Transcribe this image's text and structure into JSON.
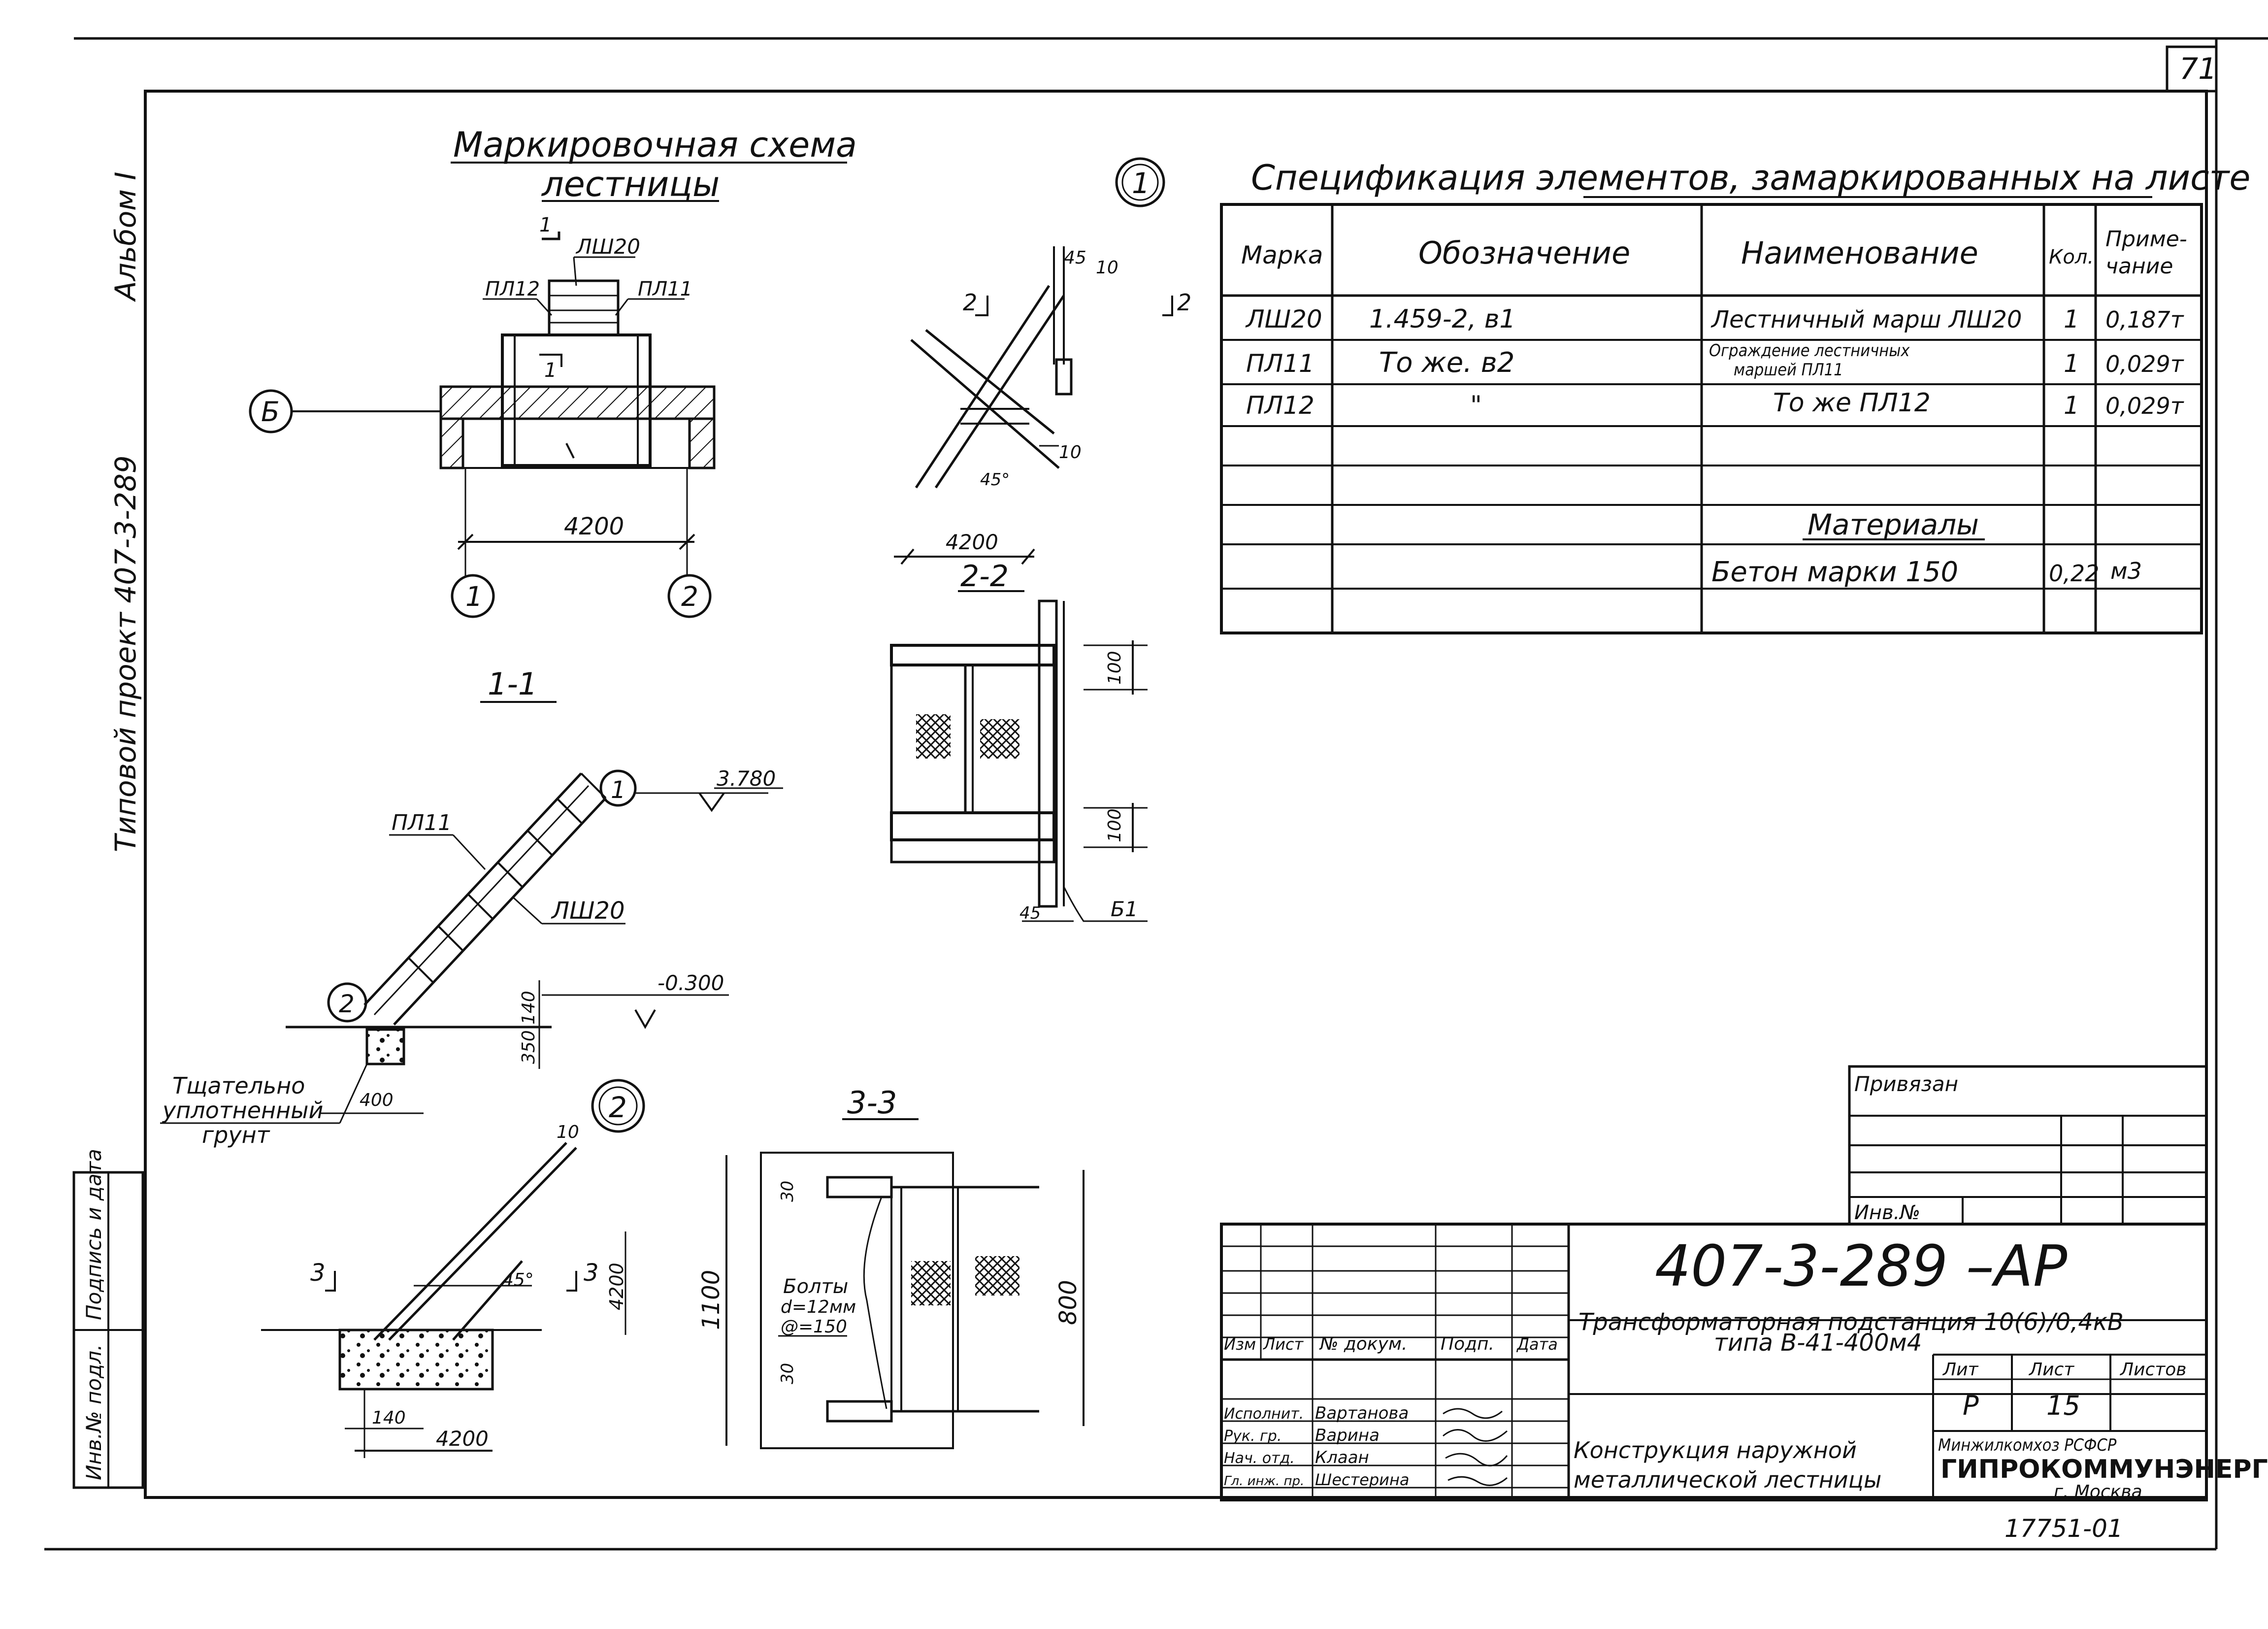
{
  "sheet_number": "71",
  "side_labels": {
    "album": "Альбом I",
    "project": "Типовой проект 407-3-289",
    "signed": "Подпись и дата",
    "inv": "Инв.№ подл."
  },
  "marking_scheme": {
    "title_line1": "Маркировочная схема",
    "title_line2": "лестницы",
    "labels": {
      "lsh": "ЛШ20",
      "pl12": "ПЛ12",
      "pl11": "ПЛ11",
      "axis_b": "Б",
      "axis_1": "1",
      "axis_2": "2",
      "dim": "4200",
      "sec": "1"
    }
  },
  "section_1_1": {
    "title": "1-1",
    "pl11": "ПЛ11",
    "lsh": "ЛШ20",
    "elev_top": "3.780",
    "elev_bottom": "-0.300",
    "node1": "1",
    "node2": "2",
    "dim_140": "140",
    "dim_350": "350",
    "dim_400": "400",
    "soil_note_1": "Тщательно",
    "soil_note_2": "уплотненный",
    "soil_note_3": "грунт"
  },
  "node_1": {
    "label": "1",
    "dims": [
      "45",
      "10",
      "10",
      "45°"
    ],
    "cut": "2",
    "dim_4200": "4200",
    "section_title": "2-2"
  },
  "section_2_2_detail": {
    "dim_top": "100",
    "dim_bottom": "100",
    "dim_45": "45",
    "bolt": "Б1"
  },
  "node_2": {
    "label": "2",
    "dim_10": "10",
    "cut": "3",
    "angle": "45°",
    "dim_4200v": "4200",
    "dim_140": "140",
    "dim_4200": "4200"
  },
  "section_3_3": {
    "title": "3-3",
    "dim_1100": "1100",
    "dim_800": "800",
    "dim_30a": "30",
    "dim_30b": "30",
    "bolts_1": "Болты",
    "bolts_2": "d=12мм",
    "bolts_3": "@=150"
  },
  "spec": {
    "title": "Спецификация элементов, замаркированных на листе",
    "headers": {
      "mark": "Марка",
      "designation": "Обозначение",
      "name": "Наименование",
      "qty": "Кол.",
      "note_1": "Приме-",
      "note_2": "чание"
    },
    "rows": [
      {
        "mark": "ЛШ20",
        "designation": "1.459-2, в1",
        "name": "Лестничный марш ЛШ20",
        "name2": "",
        "qty": "1",
        "note": "0,187т"
      },
      {
        "mark": "ПЛ11",
        "designation": "То же. в2",
        "name": "Ограждение лестничных",
        "name2": "маршей      ПЛ11",
        "qty": "1",
        "note": "0,029т"
      },
      {
        "mark": "ПЛ12",
        "designation": "\"",
        "name": "То же    ПЛ12",
        "name2": "",
        "qty": "1",
        "note": "0,029т"
      }
    ],
    "materials_header": "Материалы",
    "material_row": {
      "name": "Бетон марки 150",
      "qty": "0,22",
      "note": "м3"
    }
  },
  "binding": {
    "label": "Привязан",
    "inv": "Инв.№"
  },
  "title_block": {
    "code": "407-3-289 –АР",
    "object_1": "Трансформаторная подстанция 10(6)/0,4кВ",
    "object_2": "типа В-41-400м4",
    "col_headers": [
      "Изм",
      "Лист",
      "№ докум.",
      "Подп.",
      "Дата"
    ],
    "stage_headers": [
      "Лит",
      "Лист",
      "Листов"
    ],
    "stage": "Р",
    "sheet": "15",
    "sheets": "",
    "people": [
      {
        "role": "Исполнит.",
        "name": "Вартанова"
      },
      {
        "role": "Рук. гр.",
        "name": "Варина"
      },
      {
        "role": "Нач. отд.",
        "name": "Клаан"
      },
      {
        "role": "Гл. инж. пр.",
        "name": "Шестерина"
      }
    ],
    "drawing_name_1": "Конструкция наружной",
    "drawing_name_2": "металлической лестницы",
    "org_1": "Минжилкомхоз РСФСР",
    "org_2": "ГИПРОКОММУНЭНЕРГО",
    "org_3": "г. Москва"
  },
  "archive_number": "17751-01"
}
